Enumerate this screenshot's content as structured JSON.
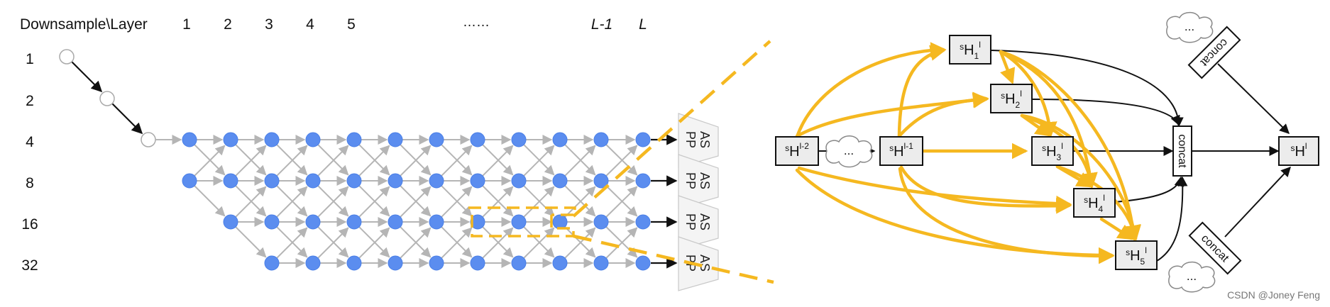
{
  "header": {
    "corner": "Downsample\\Layer",
    "layers": [
      "1",
      "2",
      "3",
      "4",
      "5",
      "……",
      "L-1",
      "L"
    ]
  },
  "rows": [
    "1",
    "2",
    "4",
    "8",
    "16",
    "32"
  ],
  "aspp_label": "ASPP",
  "right": {
    "prev2": "sH^l-2",
    "prev1": "sH^l-1",
    "nodes": [
      {
        "pre": "s",
        "base": "H",
        "sub": "1",
        "sup": "l"
      },
      {
        "pre": "s",
        "base": "H",
        "sub": "2",
        "sup": "l"
      },
      {
        "pre": "s",
        "base": "H",
        "sub": "3",
        "sup": "l"
      },
      {
        "pre": "s",
        "base": "H",
        "sub": "4",
        "sup": "l"
      },
      {
        "pre": "s",
        "base": "H",
        "sub": "5",
        "sup": "l"
      }
    ],
    "prev2_label": {
      "pre": "s",
      "base": "H",
      "sup": "l-2"
    },
    "prev1_label": {
      "pre": "s",
      "base": "H",
      "sup": "l-1"
    },
    "output_label": {
      "pre": "s",
      "base": "H",
      "sup": "l"
    },
    "concat": "concat",
    "ellipsis": "..."
  },
  "watermark": "CSDN @Joney Feng",
  "colors": {
    "node_blue": "#5b8def",
    "edge_gray": "#b5b5b5",
    "highlight_orange": "#f5b820",
    "box_fill": "#ececec",
    "arrow_black": "#111111"
  }
}
